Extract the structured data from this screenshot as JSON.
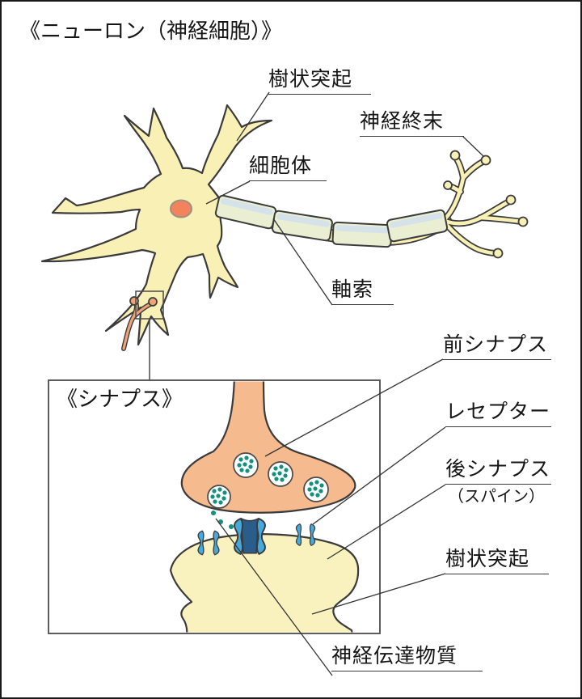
{
  "page": {
    "title": "《ニューロン（神経細胞）》"
  },
  "neuron": {
    "labels": {
      "dendrite": "樹状突起",
      "nerve_terminal": "神経終末",
      "cell_body": "細胞体",
      "axon": "軸索"
    }
  },
  "synapse": {
    "title": "《シナプス》",
    "labels": {
      "presynapse": "前シナプス",
      "receptor": "レセプター",
      "postsynapse": "後シナプス",
      "postsynapse_note": "（スパイン）",
      "dendrite": "樹状突起",
      "neurotransmitter": "神経伝達物質"
    }
  },
  "colors": {
    "outline": "#3b3b3b",
    "neuron_fill": "#F8F0B5",
    "nucleus_fill": "#F3835C",
    "nucleus_stroke": "#9a9282",
    "myelin_green": "#EAEFD3",
    "myelin_blue": "#D5E2E9",
    "twig_orange": "#EFA379",
    "presyn_fill": "#F5BA8E",
    "vesicle_dot": "#12917E",
    "receptor_blue": "#45A9DB",
    "receptor_dark": "#2B5D8C",
    "postsyn_fill": "#FAF2BE",
    "box_border": "#5a5a5a"
  }
}
